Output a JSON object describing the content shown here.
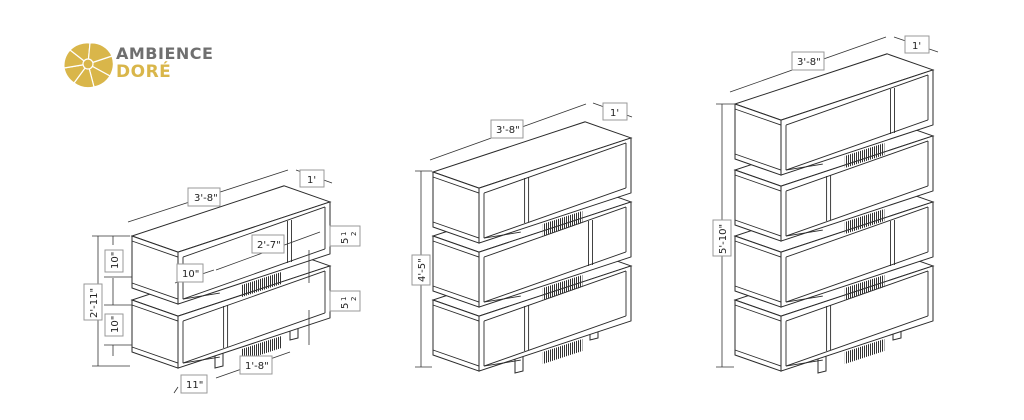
{
  "brand": {
    "line1": "AMBIENCE",
    "line2": "DORÉ",
    "icon": "nautilus-shell-icon",
    "colors": {
      "gold": "#d9b64a",
      "gray": "#6f6f6f"
    }
  },
  "units": [
    {
      "name": "2-tier",
      "tiers": 2,
      "dimensions": {
        "width": "3'-8\"",
        "depth": "1'",
        "total_height": "2'-11\"",
        "tier_height_top": "10\"",
        "tier_height_bottom": "10\"",
        "inner_width": "2'-7\"",
        "end_compartment": "10\"",
        "gap_top": "5½\"",
        "gap_bottom": "5½\"",
        "leg_span": "1'-8\"",
        "leg_offset": "11\""
      }
    },
    {
      "name": "3-tier",
      "tiers": 3,
      "dimensions": {
        "width": "3'-8\"",
        "depth": "1'",
        "total_height": "4'-5\""
      }
    },
    {
      "name": "4-tier",
      "tiers": 4,
      "dimensions": {
        "width": "3'-8\"",
        "depth": "1'",
        "total_height": "5'-10\""
      }
    }
  ],
  "labels": {
    "w": "3'-8\"",
    "d": "1'",
    "h2": "2'-11\"",
    "h3": "4'-5\"",
    "h4": "5'-10\"",
    "t10a": "10\"",
    "t10b": "10\"",
    "inner": "2'-7\"",
    "end10": "10\"",
    "gap": "5",
    "frac_n": "1",
    "frac_d": "2",
    "leg": "1'-8\"",
    "off": "11\""
  },
  "colors": {
    "line": "#2a2a2a",
    "fill": "#ffffff",
    "hatch": "#333333",
    "label_border": "#9a9a9a"
  }
}
